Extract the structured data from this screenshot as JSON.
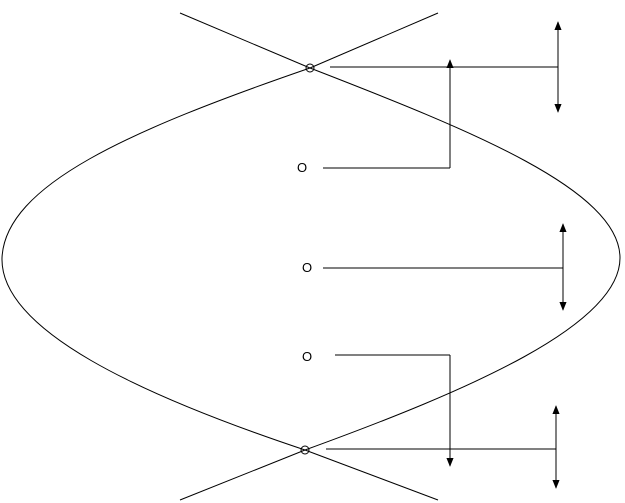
{
  "diagram": {
    "labels": [
      {
        "id": "label-top",
        "text": "O"
      },
      {
        "id": "label-upper",
        "text": "O"
      },
      {
        "id": "label-middle",
        "text": "O"
      },
      {
        "id": "label-lower",
        "text": "O"
      },
      {
        "id": "label-bottom",
        "text": "O"
      }
    ],
    "colors": {
      "ink": "#000000",
      "background": "#ffffff"
    }
  }
}
